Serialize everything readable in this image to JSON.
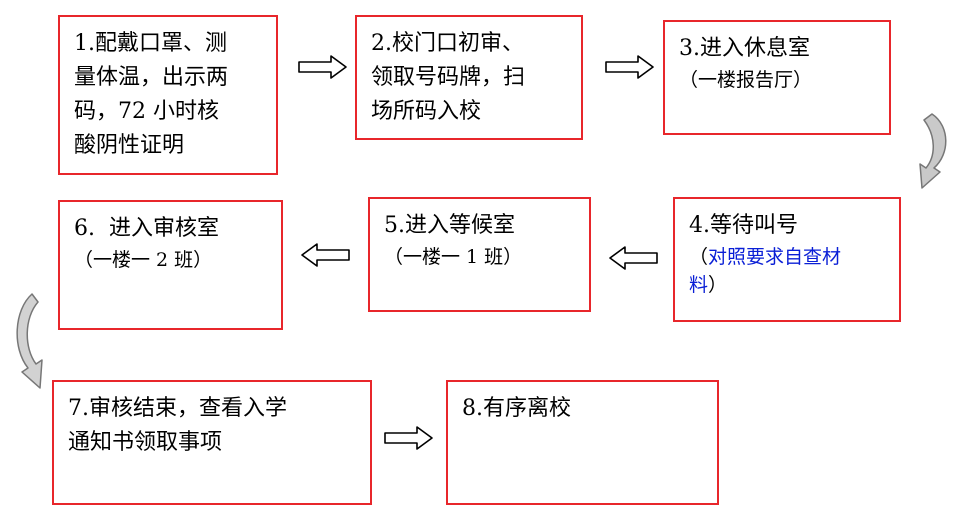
{
  "steps": [
    {
      "lines": [
        "1.配戴口罩、测",
        "量体温，出示两",
        "码，72 小时核",
        "酸阴性证明"
      ]
    },
    {
      "lines": [
        "2.校门口初审、",
        "领取号码牌，扫",
        "场所码入校"
      ]
    },
    {
      "line1": "3.进入休息室",
      "line2": "（一楼报告厅）"
    },
    {
      "line1": "4.等待叫号",
      "line2_open": "（",
      "line2_blue": "对照要求自查材",
      "line3_blue": "料",
      "line3_close": "）"
    },
    {
      "line1": "5.进入等候室",
      "line2": "（一楼一 1 班）"
    },
    {
      "line1": "6.  进入审核室",
      "line2": "（一楼一 2 班）"
    },
    {
      "lines": [
        "7.审核结束，查看入学",
        "通知书领取事项"
      ]
    },
    {
      "line1": "8.有序离校"
    }
  ],
  "colors": {
    "border": "#e8262b",
    "highlight_text": "#0a1fd6"
  }
}
